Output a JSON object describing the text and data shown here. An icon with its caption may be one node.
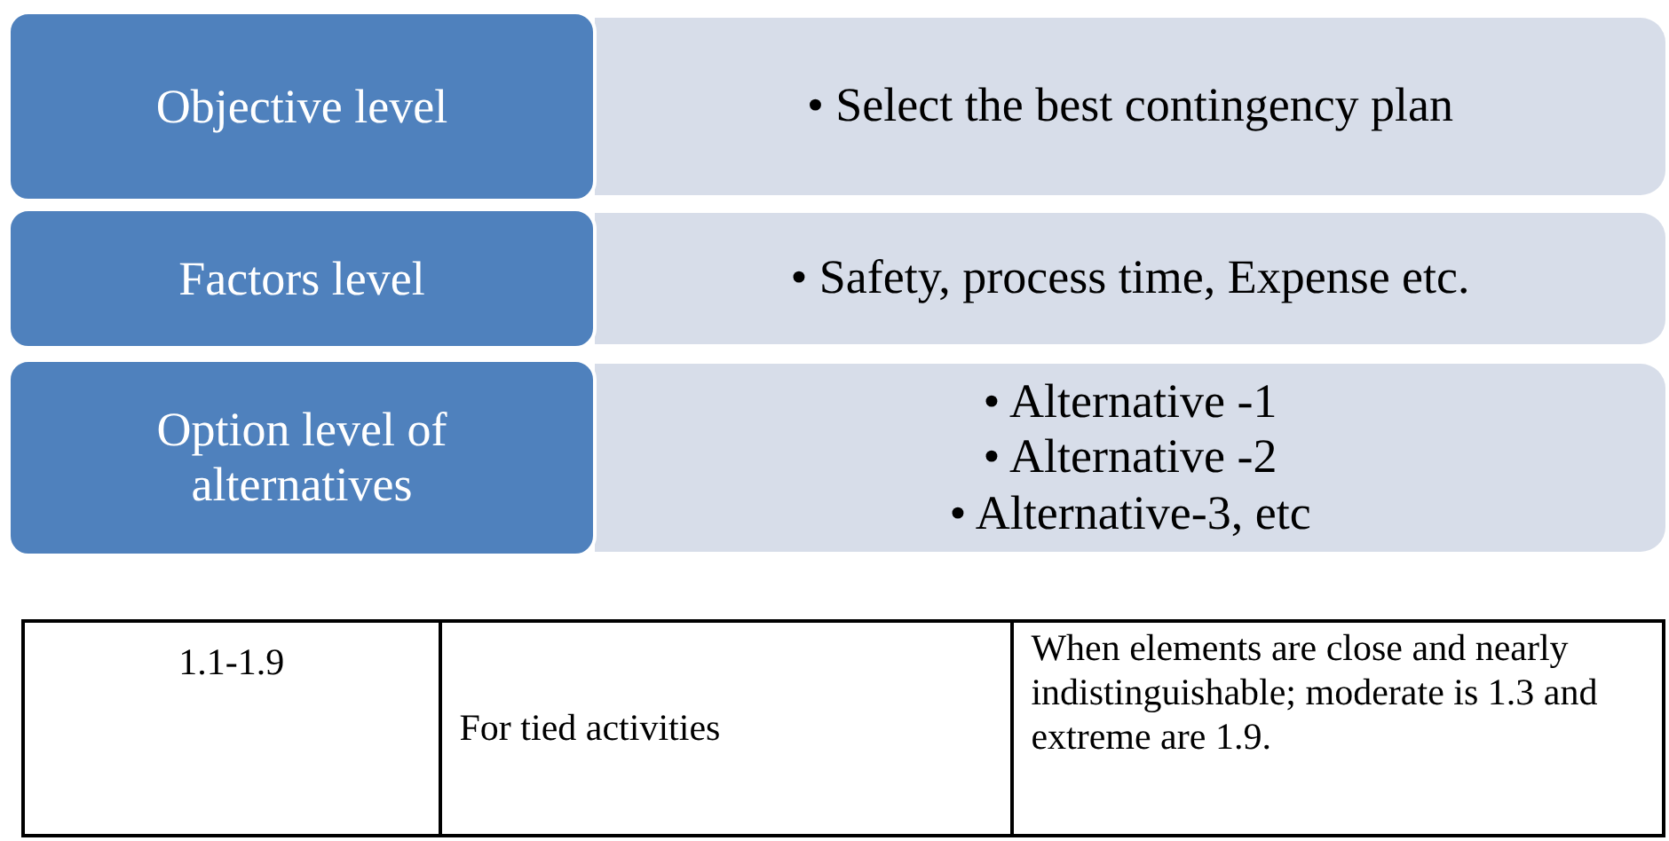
{
  "diagram": {
    "nodes": [
      {
        "text": [
          "Objective level"
        ]
      },
      {
        "text": [
          "• Select the best contingency plan"
        ]
      },
      {
        "text": [
          "Factors level"
        ]
      },
      {
        "text": [
          "• Safety, process time, Expense etc."
        ]
      },
      {
        "text": [
          "Option level of alternatives"
        ]
      },
      {
        "text": [
          "• Alternative -1",
          "• Alternative -2",
          "• Alternative-3, etc"
        ]
      }
    ],
    "edges": [],
    "labels": [
      "1.1-1.9",
      "For tied activities",
      "When elements are close and nearly indistinguishable; moderate is 1.3 and extreme are 1.9."
    ]
  }
}
